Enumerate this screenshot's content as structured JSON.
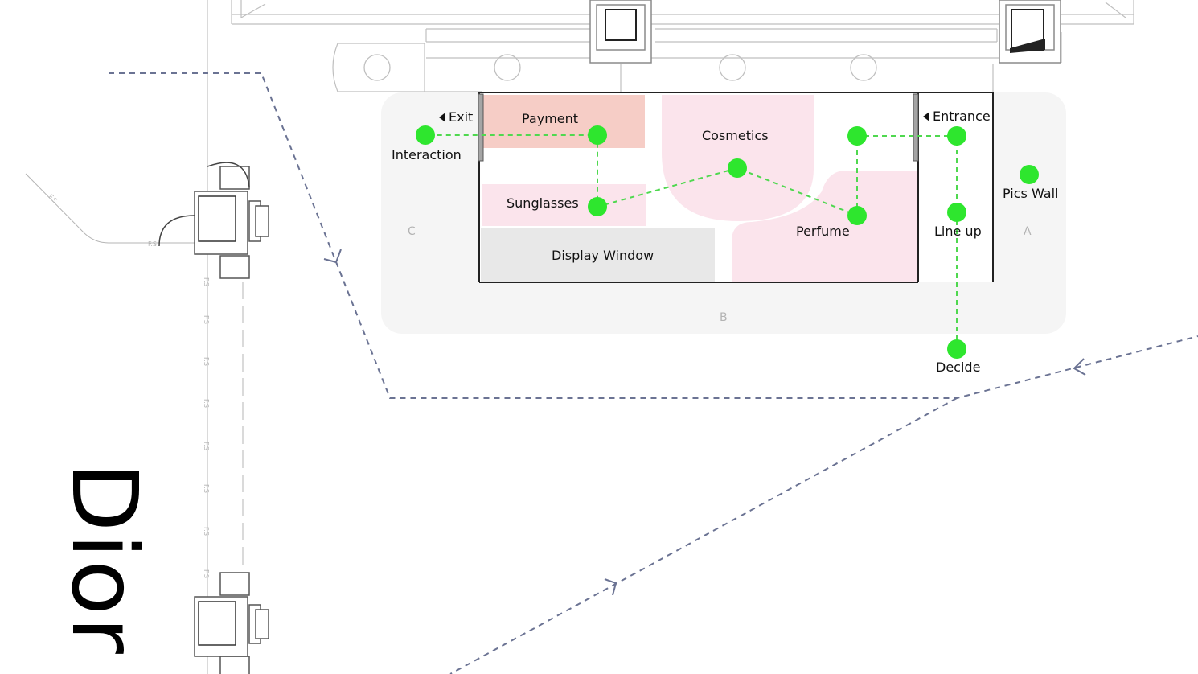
{
  "brand": {
    "name": "Dior"
  },
  "zones": {
    "a": "A",
    "b": "B",
    "c": "C"
  },
  "areas": {
    "payment": "Payment",
    "sunglasses": "Sunglasses",
    "display_window": "Display Window",
    "cosmetics": "Cosmetics",
    "perfume": "Perfume"
  },
  "doors": {
    "exit": "Exit",
    "entrance": "Entrance"
  },
  "stops": {
    "interaction": "Interaction",
    "pics_wall": "Pics Wall",
    "line_up": "Line up",
    "decide": "Decide"
  },
  "plan_annotations": {
    "fs": "F.S"
  },
  "colors": {
    "node": "#2ee62e",
    "path": "#4fd84f",
    "walkway": "#6b7393",
    "payment_area": "#f6cdc6",
    "pink_area": "#fbe4ec",
    "display_area": "#e8e8e8",
    "zone_bg": "#f5f5f5"
  }
}
